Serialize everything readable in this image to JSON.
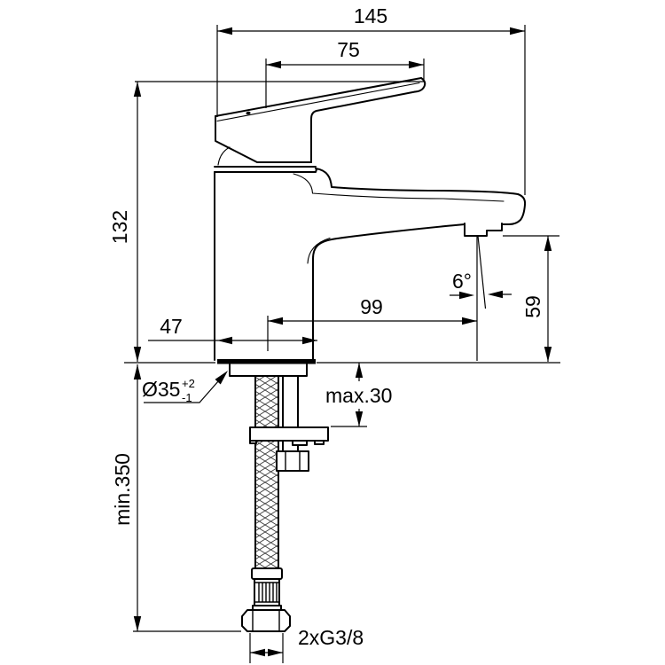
{
  "drawing": {
    "title": "Single-lever basin mixer dimensional drawing",
    "colors": {
      "line": "#000000",
      "background": "#ffffff"
    },
    "dimensions": {
      "overall_width": "145",
      "handle_length": "75",
      "body_height": "132",
      "spout_reach": "99",
      "base_width": "47",
      "spout_height": "59",
      "stream_angle": "6°",
      "hole_diameter": "Ø35",
      "hole_tolerance_plus": "+2",
      "hole_tolerance_minus": "-1",
      "max_deck_thickness": "max.30",
      "min_hose_length": "min.350",
      "hose_connection": "2xG3/8"
    }
  }
}
